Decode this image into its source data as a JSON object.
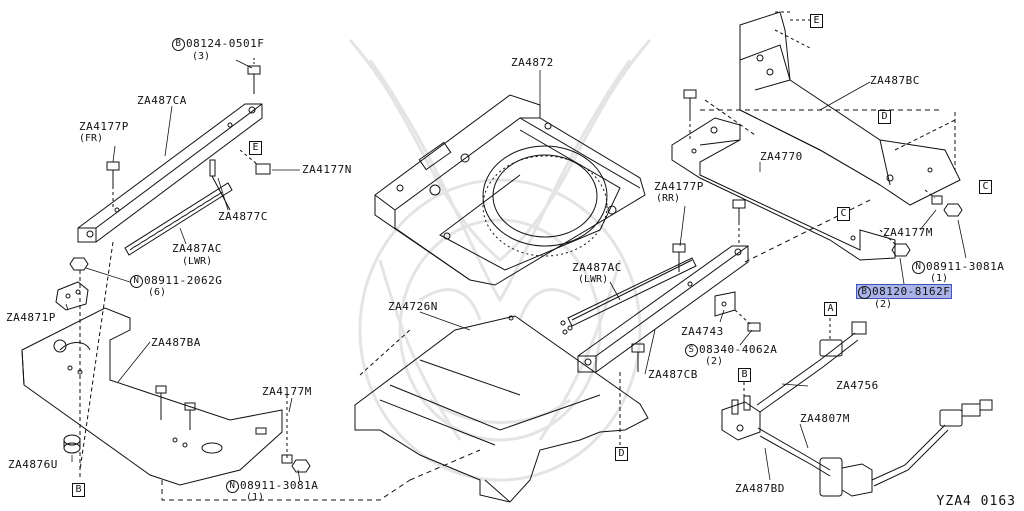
{
  "parts": [
    {
      "id": "p_08124",
      "prefix": "B",
      "label": "08124-0501F",
      "qty": "(3)"
    },
    {
      "id": "p_ZA487CA",
      "label": "ZA487CA"
    },
    {
      "id": "p_ZA4177P_FR",
      "label": "ZA4177P",
      "sub": "(FR)"
    },
    {
      "id": "p_ZA4177N",
      "label": "ZA4177N"
    },
    {
      "id": "p_ZA4877C",
      "label": "ZA4877C"
    },
    {
      "id": "p_ZA487AC_L",
      "label": "ZA487AC",
      "sub": "(LWR)"
    },
    {
      "id": "p_08911_2062G",
      "prefix": "N",
      "label": "08911-2062G",
      "qty": "(6)"
    },
    {
      "id": "p_ZA4871P",
      "label": "ZA4871P"
    },
    {
      "id": "p_ZA487BA",
      "label": "ZA487BA"
    },
    {
      "id": "p_ZA4177M_L",
      "label": "ZA4177M"
    },
    {
      "id": "p_ZA4876U",
      "label": "ZA4876U"
    },
    {
      "id": "p_08911_3081A_L",
      "prefix": "N",
      "label": "08911-3081A",
      "qty": "(1)"
    },
    {
      "id": "p_ZA4872",
      "label": "ZA4872"
    },
    {
      "id": "p_ZA4726N",
      "label": "ZA4726N"
    },
    {
      "id": "p_ZA487AC_R",
      "label": "ZA487AC",
      "sub": "(LWR)"
    },
    {
      "id": "p_ZA4177P_RR",
      "label": "ZA4177P",
      "sub": "(RR)"
    },
    {
      "id": "p_ZA4743",
      "label": "ZA4743"
    },
    {
      "id": "p_08340",
      "prefix": "S",
      "label": "08340-4062A",
      "qty": "(2)"
    },
    {
      "id": "p_ZA487CB",
      "label": "ZA487CB"
    },
    {
      "id": "p_ZA487BC",
      "label": "ZA487BC"
    },
    {
      "id": "p_ZA4770",
      "label": "ZA4770"
    },
    {
      "id": "p_ZA4177M_R",
      "label": "ZA4177M"
    },
    {
      "id": "p_08911_3081A_R",
      "prefix": "N",
      "label": "08911-3081A",
      "qty": "(1)"
    },
    {
      "id": "p_08120",
      "prefix": "B",
      "label": "08120-8162F",
      "qty": "(2)",
      "highlighted": true
    },
    {
      "id": "p_ZA4756",
      "label": "ZA4756"
    },
    {
      "id": "p_ZA4807M",
      "label": "ZA4807M"
    },
    {
      "id": "p_ZA487BD",
      "label": "ZA487BD"
    }
  ],
  "refs": {
    "E_top": "E",
    "E_left": "E",
    "D_upper": "D",
    "C_right": "C",
    "C_mid": "C",
    "A_link": "A",
    "B_link": "B",
    "B_left": "B",
    "D_bottom": "D"
  },
  "diagram_code": "YZA4 0163",
  "colors": {
    "line": "#111111",
    "highlight": "#aab3e8",
    "highlight_border": "#4453b8",
    "watermark": "#e4e4e4"
  }
}
